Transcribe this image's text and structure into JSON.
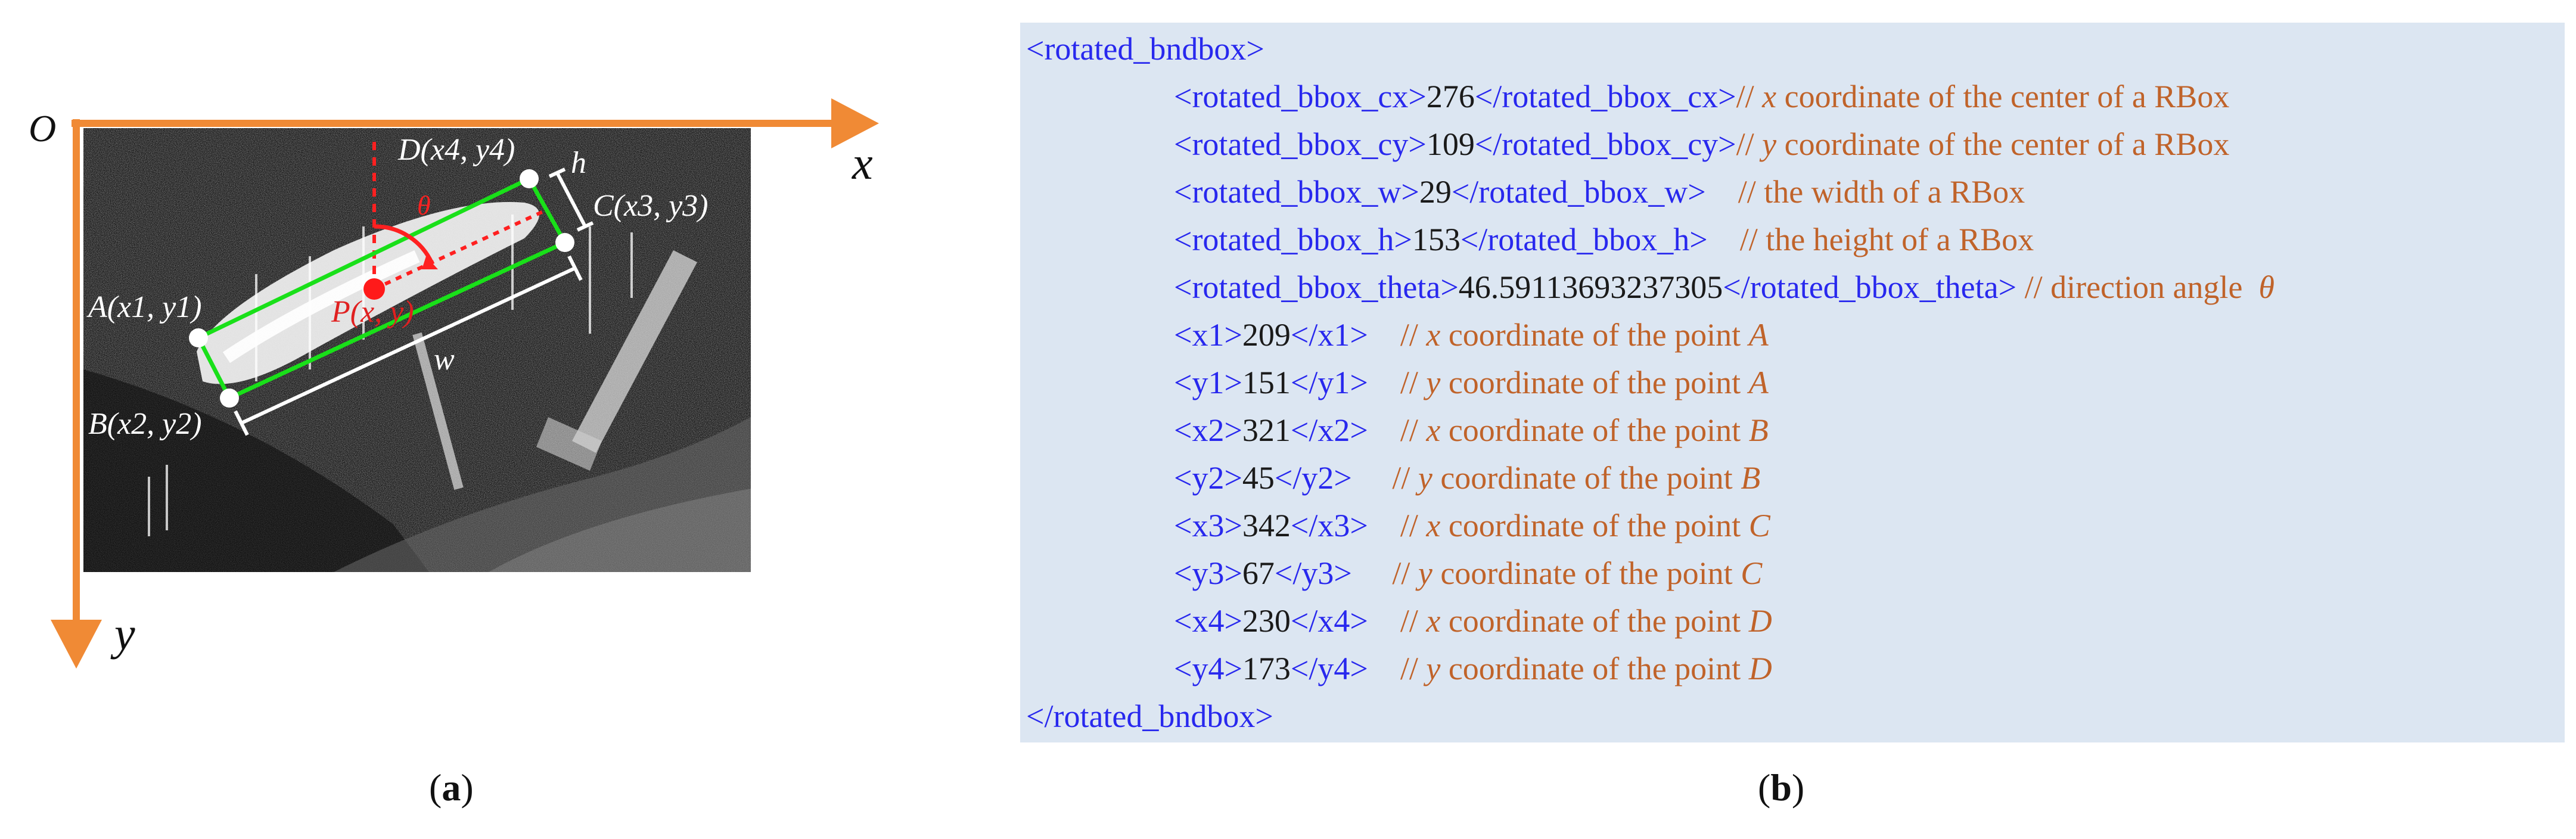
{
  "panel_a": {
    "origin_label": "O",
    "x_axis_label": "x",
    "y_axis_label": "y",
    "point_A": "A(x1, y1)",
    "point_B": "B(x2, y2)",
    "point_C": "C(x3, y3)",
    "point_D": "D(x4, y4)",
    "center_P": "P(x, y)",
    "theta_symbol": "θ",
    "h_symbol": "h",
    "w_symbol": "w",
    "caption_letter": "a",
    "colors": {
      "axis": "#f08a35",
      "rbox": "#19e019",
      "center": "#ff1a1a",
      "marker": "#ffffff"
    }
  },
  "panel_b": {
    "caption_letter": "b",
    "open_tag": "<rotated_bndbox>",
    "close_tag": "</rotated_bndbox>",
    "fields": [
      {
        "open": "<rotated_bbox_cx>",
        "value": "276",
        "close": "</rotated_bbox_cx>",
        "comment_prefix": "// ",
        "comment_var": "x",
        "comment_text": " coordinate of the center of a RBox",
        "comment_point": ""
      },
      {
        "open": "<rotated_bbox_cy>",
        "value": "109",
        "close": "</rotated_bbox_cy>",
        "comment_prefix": "// ",
        "comment_var": "y",
        "comment_text": " coordinate of the center of a RBox",
        "comment_point": ""
      },
      {
        "open": "<rotated_bbox_w>",
        "value": "29",
        "close": "</rotated_bbox_w>",
        "comment_prefix": "    // ",
        "comment_var": "",
        "comment_text": "the width of a RBox",
        "comment_point": ""
      },
      {
        "open": "<rotated_bbox_h>",
        "value": "153",
        "close": "</rotated_bbox_h>",
        "comment_prefix": "    // ",
        "comment_var": "",
        "comment_text": "the height of a RBox",
        "comment_point": ""
      },
      {
        "open": "<rotated_bbox_theta>",
        "value": "46.59113693237305",
        "close": "</rotated_bbox_theta>",
        "comment_prefix": " // ",
        "comment_var": "",
        "comment_text": "direction angle  ",
        "comment_point": "θ"
      },
      {
        "open": "<x1>",
        "value": "209",
        "close": "</x1>",
        "comment_prefix": "    // ",
        "comment_var": "x",
        "comment_text": " coordinate of the point ",
        "comment_point": "A"
      },
      {
        "open": "<y1>",
        "value": "151",
        "close": "</y1>",
        "comment_prefix": "    // ",
        "comment_var": "y",
        "comment_text": " coordinate of the point ",
        "comment_point": "A"
      },
      {
        "open": "<x2>",
        "value": "321",
        "close": "</x2>",
        "comment_prefix": "    // ",
        "comment_var": "x",
        "comment_text": " coordinate of the point ",
        "comment_point": "B"
      },
      {
        "open": "<y2>",
        "value": "45",
        "close": "</y2>",
        "comment_prefix": "     // ",
        "comment_var": "y",
        "comment_text": " coordinate of the point ",
        "comment_point": "B"
      },
      {
        "open": "<x3>",
        "value": "342",
        "close": "</x3>",
        "comment_prefix": "    // ",
        "comment_var": "x",
        "comment_text": " coordinate of the point ",
        "comment_point": "C"
      },
      {
        "open": "<y3>",
        "value": "67",
        "close": "</y3>",
        "comment_prefix": "     // ",
        "comment_var": "y",
        "comment_text": " coordinate of the point ",
        "comment_point": "C"
      },
      {
        "open": "<x4>",
        "value": "230",
        "close": "</x4>",
        "comment_prefix": "    // ",
        "comment_var": "x",
        "comment_text": " coordinate of the point ",
        "comment_point": "D"
      },
      {
        "open": "<y4>",
        "value": "173",
        "close": "</y4>",
        "comment_prefix": "    // ",
        "comment_var": "y",
        "comment_text": " coordinate of the point ",
        "comment_point": "D"
      }
    ]
  }
}
